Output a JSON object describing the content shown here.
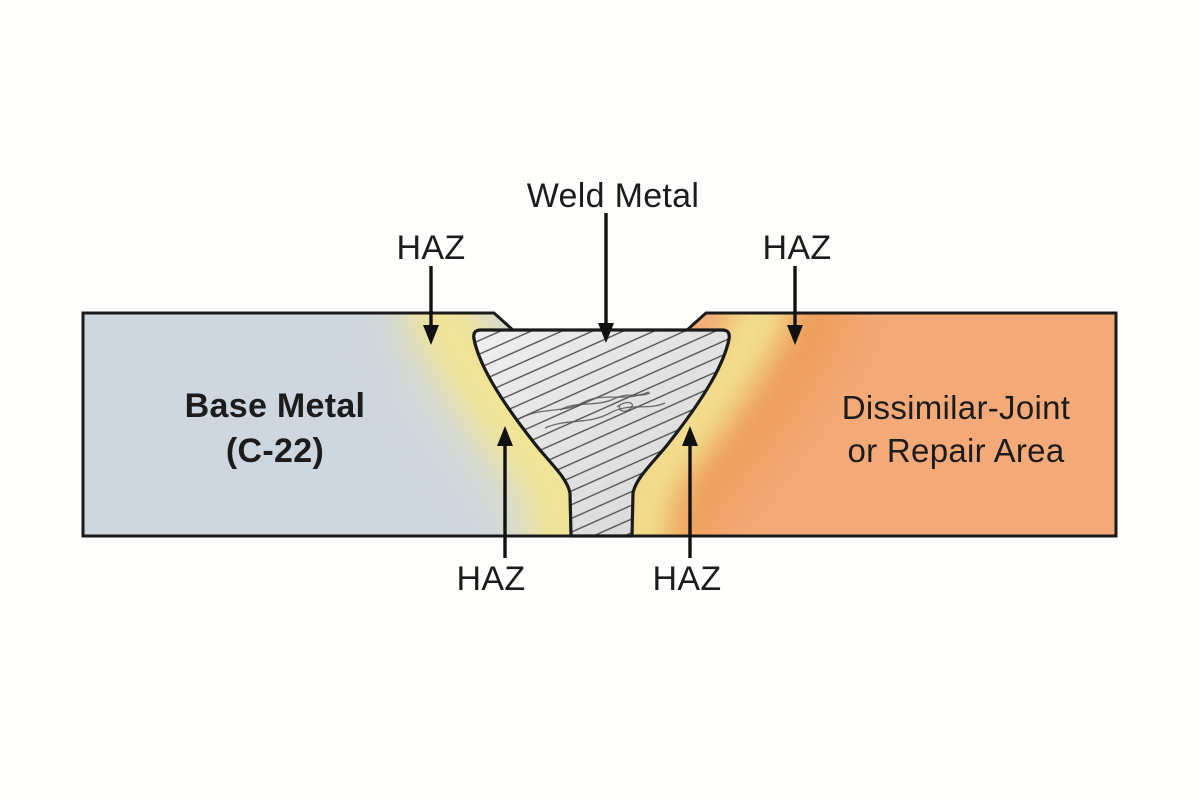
{
  "labels": {
    "weld_metal": "Weld Metal",
    "haz_top_left": "HAZ",
    "haz_top_right": "HAZ",
    "haz_bottom_left": "HAZ",
    "haz_bottom_right": "HAZ",
    "base_metal": {
      "line1": "Base Metal",
      "line2": "(C-22)"
    },
    "repair_area": {
      "line1": "Dissimilar-Joint",
      "line2": "or Repair Area"
    }
  },
  "colors": {
    "background": "#FEFEFD",
    "outline": "#1A1A1A",
    "text": "#1C1C1C",
    "base_metal_fill": "#CED6E0",
    "repair_area_fill": "#F4AA78",
    "haz_yellow": "#F2E492",
    "haz_yellow_soft": "#F0E8A6",
    "haz_orange": "#EC9850",
    "weld_light": "#EFEFEF",
    "weld_dark": "#D6D6D6",
    "hatch_line": "#4A4A4A",
    "arrow": "#111111"
  }
}
